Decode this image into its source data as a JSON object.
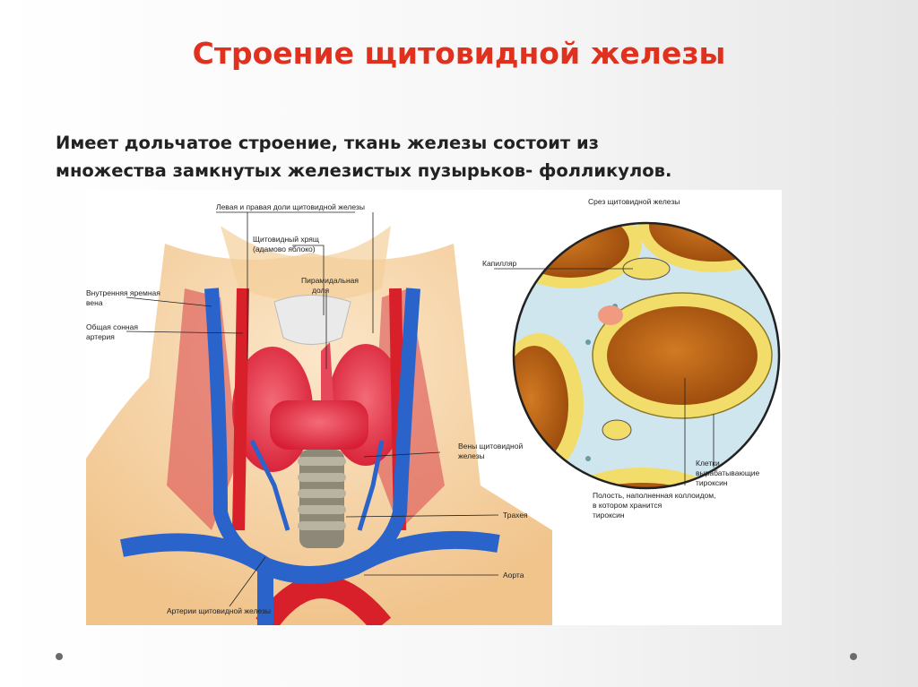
{
  "slide": {
    "title": "Строение щитовидной железы",
    "text_line1": "Имеет дольчатое строение, ткань железы состоит из",
    "text_line2": "множества замкнутых железистых пузырьков- фолликулов."
  },
  "figure": {
    "labels": {
      "lobes": "Левая и правая доли щитовидной железы",
      "cartilage": "Щитовидный хрящ",
      "cartilage2": "(адамово яблоко)",
      "pyramidal1": "Пирамидальная",
      "pyramidal2": "доля",
      "jugular1": "Внутренняя яремная",
      "jugular2": "вена",
      "carotid1": "Общая сонная",
      "carotid2": "артерия",
      "veins1": "Вены щитовидной",
      "veins2": "железы",
      "trachea": "Трахея",
      "aorta": "Аорта",
      "arteries": "Артерии щитовидной железы",
      "section": "Срез щитовидной железы",
      "capillary": "Капилляр",
      "cells1": "Клетки,",
      "cells2": "вырабатывающие",
      "cells3": "тироксин",
      "cavity1": "Полость, наполненная коллоидом,",
      "cavity2": "в котором хранится",
      "cavity3": "тироксин"
    }
  },
  "colors": {
    "title": "#e0301e",
    "text": "#222222",
    "vein": "#2a63c9",
    "artery": "#d8202a",
    "gland": "#e8344a",
    "skin": "#f6d4a4",
    "colloid": "#b85d10",
    "follicle_cells": "#f3dd6a",
    "section_bg": "#cfe6ee"
  }
}
